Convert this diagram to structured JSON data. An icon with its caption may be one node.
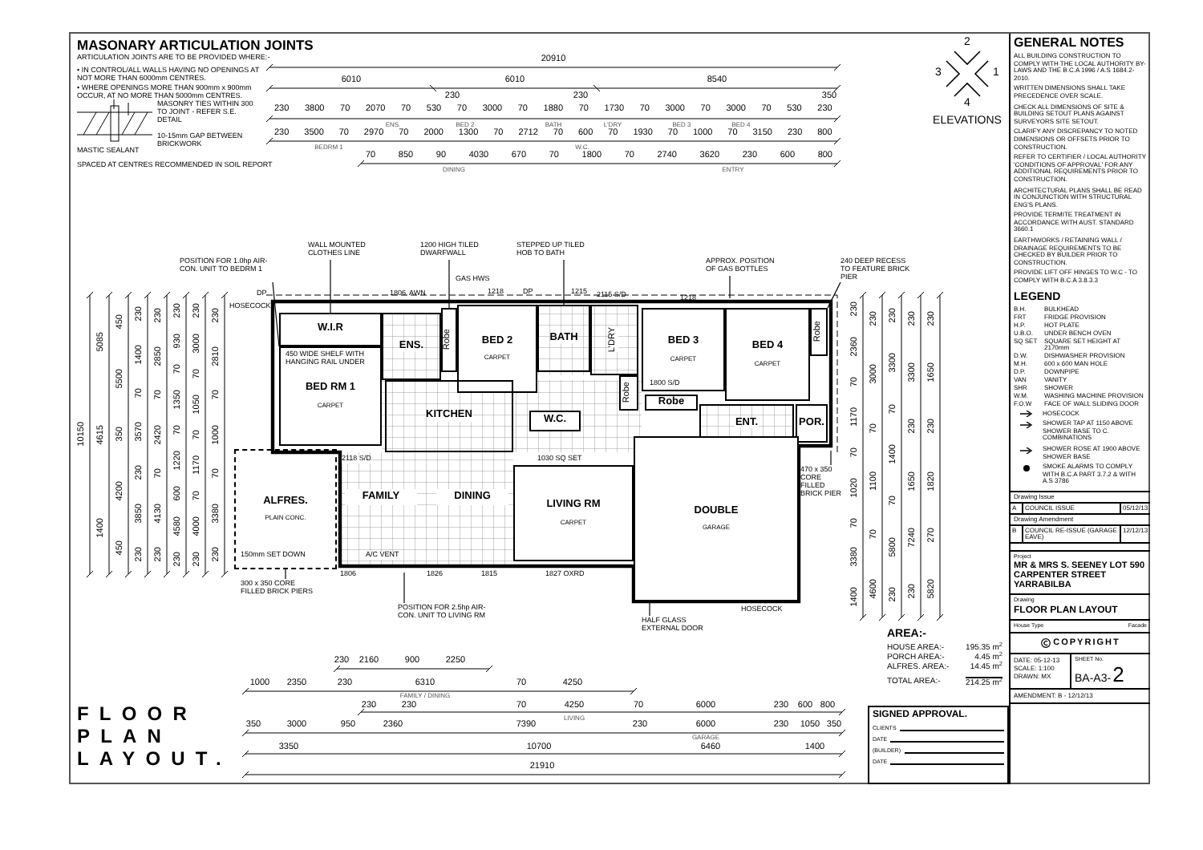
{
  "diagram": {
    "title": "FLOOR PLAN LAYOUT.",
    "nodes": [
      {
        "text": [
          "POSITION FOR 1.0hp AIR-CON. UNIT TO BEDRM 1"
        ]
      },
      {
        "text": [
          "WALL MOUNTED CLOTHES LINE"
        ]
      },
      {
        "text": [
          "1200 HIGH TILED DWARFWALL"
        ]
      },
      {
        "text": [
          "STEPPED UP TILED HOB TO BATH"
        ]
      },
      {
        "text": [
          "APPROX. POSITION OF GAS BOTTLES"
        ]
      },
      {
        "text": [
          "240 DEEP RECESS TO FEATURE BRICK PIER"
        ]
      },
      {
        "text": [
          "W.I.R"
        ]
      },
      {
        "text": [
          "Robe"
        ]
      },
      {
        "text": [
          "BED 2",
          "CARPET"
        ]
      },
      {
        "text": [
          "BATH"
        ]
      },
      {
        "text": [
          "L'DRY"
        ]
      },
      {
        "text": [
          "BED 3",
          "CARPET"
        ]
      },
      {
        "text": [
          "BED 4",
          "CARPET"
        ]
      },
      {
        "text": [
          "Robe"
        ]
      },
      {
        "text": [
          "ENS."
        ]
      },
      {
        "text": [
          "BED RM 1",
          "CARPET"
        ]
      },
      {
        "text": [
          "KITCHEN"
        ]
      },
      {
        "text": [
          "Robe"
        ]
      },
      {
        "text": [
          "Robe"
        ]
      },
      {
        "text": [
          "W.C."
        ]
      },
      {
        "text": [
          "ENT."
        ]
      },
      {
        "text": [
          "POR."
        ]
      },
      {
        "text": [
          "470 x 350 CORE FILLED BRICK PIER"
        ]
      },
      {
        "text": [
          "ALFRES.",
          "PLAIN CONC."
        ]
      },
      {
        "text": [
          "FAMILY"
        ]
      },
      {
        "text": [
          "DINING"
        ]
      },
      {
        "text": [
          "LIVING RM",
          "CARPET"
        ]
      },
      {
        "text": [
          "DOUBLE",
          "GARAGE"
        ]
      },
      {
        "text": [
          "300 x 350 CORE FILLED BRICK PIERS"
        ]
      },
      {
        "text": [
          "POSITION FOR 2.5hp AIR-CON. UNIT TO LIVING RM"
        ]
      },
      {
        "text": [
          "HALF GLASS EXTERNAL DOOR"
        ]
      },
      {
        "text": [
          "SIGNED APPROVAL.",
          "CLIENTS",
          "DATE",
          "(BUILDER)",
          "DATE"
        ]
      }
    ],
    "edges": [
      {
        "from": 0,
        "to": 15,
        "arrow": "none"
      },
      {
        "from": 1,
        "to": 6,
        "arrow": "none"
      },
      {
        "from": 2,
        "to": 7,
        "arrow": "none"
      },
      {
        "from": 3,
        "to": 9,
        "arrow": "none"
      },
      {
        "from": 4,
        "to": null,
        "arrow": "none"
      },
      {
        "from": 5,
        "to": 13,
        "arrow": "none"
      },
      {
        "from": 22,
        "to": null,
        "arrow": "none"
      },
      {
        "from": 28,
        "to": 23,
        "arrow": "none"
      },
      {
        "from": 29,
        "to": null,
        "arrow": "none"
      },
      {
        "from": 30,
        "to": null,
        "arrow": "none"
      }
    ],
    "labels": [
      "MASONARY ARTICULATION JOINTS",
      "ARTICULATION JOINTS ARE TO BE PROVIDED WHERE:-",
      "• IN CONTROL/ALL WALLS HAVING NO OPENINGS AT NOT MORE THAN 6000mm CENTRES.",
      "• WHERE OPENINGS MORE THAN 900mm x 900mm OCCUR, AT NO MORE THAN 5000mm CENTRES.",
      "MASONRY TIES WITHIN 300 TO JOINT - REFER S.E. DETAIL",
      "MASTIC SEALANT",
      "10-15mm GAP BETWEEN BRICKWORK",
      "SPACED AT CENTRES RECOMMENDED IN SOIL REPORT",
      "20910",
      "6010",
      "6010",
      "8540",
      "230",
      "230",
      "350",
      "230",
      "3800",
      "70",
      "2070",
      "70",
      "530",
      "70",
      "3000",
      "70",
      "1880",
      "70",
      "1730",
      "70",
      "3000",
      "70",
      "3000",
      "70",
      "530",
      "230",
      "ENS.",
      "BED 2",
      "BATH",
      "L'DRY",
      "BED 3",
      "BED 4",
      "230",
      "3500",
      "70",
      "2970",
      "70",
      "2000",
      "1300",
      "70",
      "2712",
      "70",
      "600",
      "70",
      "1930",
      "70",
      "1000",
      "70",
      "3150",
      "230",
      "800",
      "BEDRM 1",
      "W.C.",
      "70",
      "850",
      "90",
      "4030",
      "670",
      "70",
      "1800",
      "70",
      "2740",
      "3620",
      "230",
      "600",
      "800",
      "DINING",
      "ENTRY",
      "2",
      "3",
      "1",
      "4",
      "ELEVATIONS",
      "10150",
      "5085",
      "4615",
      "1400",
      "450",
      "5500",
      "350",
      "4200",
      "450",
      "230",
      "1400",
      "70",
      "3570",
      "230",
      "3850",
      "230",
      "230",
      "2850",
      "70",
      "2420",
      "70",
      "4130",
      "230",
      "230",
      "930",
      "70",
      "1350",
      "70",
      "1220",
      "600",
      "4580",
      "230",
      "230",
      "3000",
      "70",
      "1050",
      "70",
      "1170",
      "70",
      "4000",
      "230",
      "230",
      "2810",
      "70",
      "1000",
      "70",
      "3380",
      "230",
      "DP",
      "HOSECOCK",
      "1806",
      "AWN",
      "GAS HWS",
      "1218",
      "DP",
      "1215",
      "2115 S/D",
      "1218",
      "450 WIDE SHELF WITH HANGING RAIL UNDER",
      "1800 S/D",
      "2118 S/D",
      "1030 SQ SET",
      "150mm SET DOWN",
      "A/C VENT",
      "1806",
      "1826",
      "1815",
      "1827 OXRD",
      "HOSECOCK",
      "230",
      "2360",
      "70",
      "1170",
      "70",
      "1020",
      "70",
      "3380",
      "1400",
      "230",
      "3000",
      "70",
      "1100",
      "70",
      "4600",
      "230",
      "3300",
      "70",
      "1400",
      "70",
      "5800",
      "230",
      "230",
      "3300",
      "230",
      "1650",
      "7240",
      "230",
      "230",
      "1650",
      "230",
      "1820",
      "270",
      "5820",
      "GENERAL NOTES",
      "ALL BUILDING CONSTRUCTION TO COMPLY WITH THE LOCAL AUTHORITY BY-LAWS AND THE B.C.A 1996 / A.S 1684.2-2010.",
      "WRITTEN DIMENSIONS SHALL TAKE PRECEDENCE OVER SCALE.",
      "CHECK ALL DIMENSIONS OF SITE & BUILDING SETOUT PLANS AGAINST SURVEYORS SITE SETOUT.",
      "CLARIFY ANY DISCREPANCY TO NOTED DIMENSIONS OR OFFSETS PRIOR TO CONSTRUCTION.",
      "REFER TO CERTIFIER / LOCAL AUTHORITY 'CONDITIONS OF APPROVAL' FOR ANY ADDITIONAL REQUIREMENTS PRIOR TO CONSTRUCTION.",
      "ARCHITECTURAL PLANS SHALL BE READ IN CONJUNCTION WITH STRUCTURAL ENG'S PLANS.",
      "PROVIDE TERMITE TREATMENT IN ACCORDANCE WITH AUST. STANDARD 3660.1",
      "EARTHWORKS / RETAINING WALL / DRAINAGE REQUIREMENTS TO BE CHECKED BY BUILDER PRIOR TO CONSTRUCTION.",
      "PROVIDE LIFT OFF HINGES TO W.C - TO COMPLY WITH B.C.A 3.8.3.3",
      "LEGEND",
      "B.H.",
      "BULKHEAD",
      "FRT",
      "FRIDGE PROVISION",
      "H.P.",
      "HOT PLATE",
      "U.B.O.",
      "UNDER BENCH OVEN",
      "SQ SET",
      "SQUARE SET HEIGHT AT 2170mm",
      "D.W.",
      "DISHWASHER PROVISION",
      "M.H.",
      "600 x 600 MAN HOLE",
      "D.P.",
      "DOWNPIPE",
      "VAN",
      "VANITY",
      "SHR",
      "SHOWER",
      "W.M.",
      "WASHING MACHINE PROVISION",
      "F.O.W",
      "FACE OF WALL SLIDING DOOR",
      "Drawing Issue",
      "A",
      "COUNCIL ISSUE",
      "05/12/13",
      "Drawing Amendment",
      "B",
      "COUNCIL RE-ISSUE (GARAGE EAVE)",
      "12/12/13",
      "Project",
      "MR & MRS S. SEENEY LOT 590 CARPENTER STREET YARRABILBA",
      "Drawing",
      "FLOOR PLAN LAYOUT",
      "House Type",
      "Facade",
      "COPYRIGHT",
      "DATE: 05-12-13",
      "SCALE: 1:100",
      "DRAWN: MX",
      "SHEET No.",
      "BA-A3-",
      "2",
      "AMENDMENT: B - 12/12/13",
      "AREA:-",
      "HOUSE AREA:-",
      "195.35 m$^{2}$",
      "PORCH AREA:-",
      "4.45 m$^{2}$",
      "ALFRES. AREA:-",
      "14.45 m$^{2}$",
      "TOTAL AREA:-",
      "214.25 m$^{2}$",
      "230",
      "2160",
      "900",
      "2250",
      "1000",
      "2350",
      "230",
      "6310",
      "70",
      "4250",
      "FAMILY / DINING",
      "230",
      "230",
      "70",
      "4250",
      "70",
      "6000",
      "230",
      "600",
      "800",
      "LIVING",
      "350",
      "3000",
      "950",
      "2360",
      "7390",
      "230",
      "6000",
      "230",
      "1050",
      "350",
      "GARAGE",
      "3350",
      "10700",
      "6460",
      "1400",
      "21910"
    ],
    "legend": [
      {
        "text": "HOSECOCK"
      },
      {
        "text": "SHOWER TAP AT 1150 ABOVE SHOWER BASE TO C. COMBINATIONS"
      },
      {
        "text": "SHOWER ROSE AT 1900 ABOVE SHOWER BASE"
      },
      {
        "text": "SMOKE ALARMS TO COMPLY WITH B.C.A PART 3.7.2 & WITH A.S 3786"
      }
    ]
  }
}
